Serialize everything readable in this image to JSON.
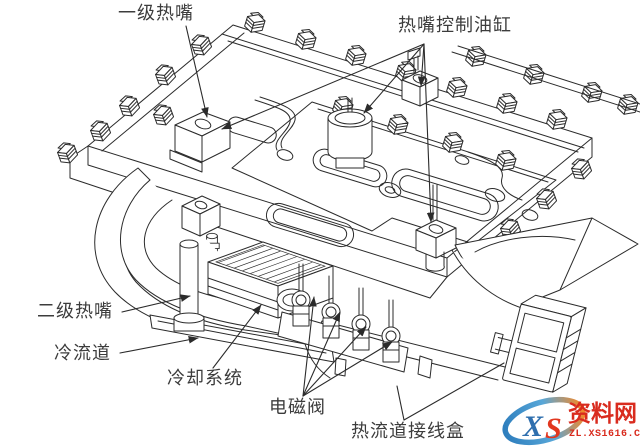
{
  "figure": {
    "kind": "isometric line drawing",
    "colors": {
      "background": "#ffffff",
      "line": "#2b2b2b",
      "label_text": "#3c3c3c"
    }
  },
  "callouts": [
    {
      "id": "primary-hot-nozzle",
      "text": "一级热嘴"
    },
    {
      "id": "nozzle-control-cylinder",
      "text": "热嘴控制油缸"
    },
    {
      "id": "secondary-hot-nozzle",
      "text": "二级热嘴"
    },
    {
      "id": "cold-runner",
      "text": "冷流道"
    },
    {
      "id": "cooling-system",
      "text": "冷却系统"
    },
    {
      "id": "solenoid-valve",
      "text": "电磁阀"
    },
    {
      "id": "hot-runner-junction-box",
      "text": "热流道接线盒"
    }
  ],
  "watermark": {
    "logo_x": "X",
    "logo_s": "S",
    "site_name": "资料网",
    "site_url": "ZL.XS1616.COM",
    "red": "#d92b1e",
    "blue": "#2f7fbe",
    "orange": "#f08a2d"
  }
}
